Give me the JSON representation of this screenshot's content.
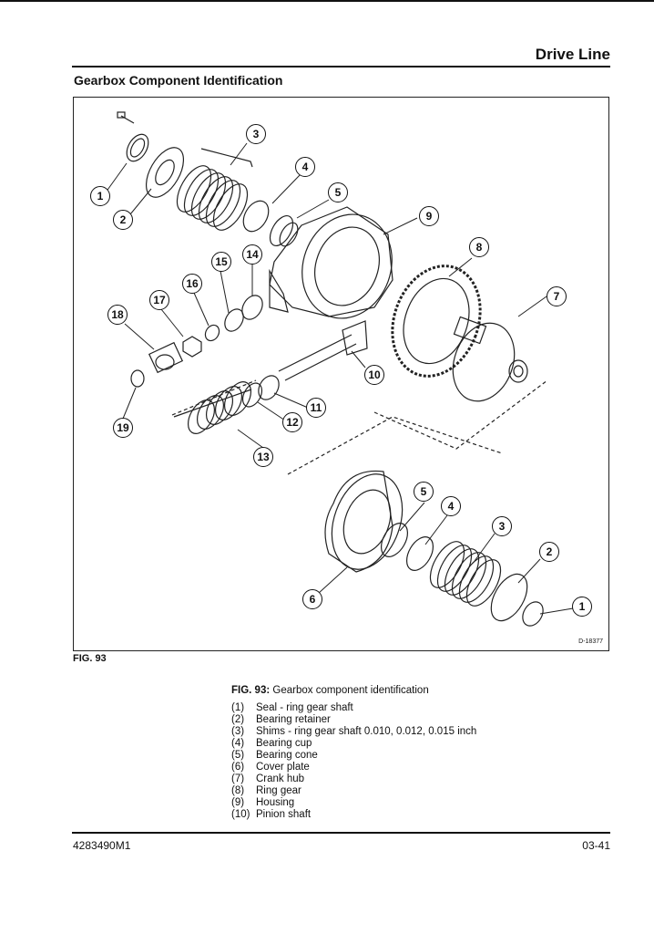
{
  "header": {
    "section": "Drive Line",
    "title": "Gearbox Component Identification"
  },
  "figure": {
    "label": "FIG. 93",
    "drawing_id": "D-18377",
    "callouts": [
      "1",
      "2",
      "3",
      "4",
      "5",
      "9",
      "8",
      "7",
      "15",
      "14",
      "16",
      "17",
      "18",
      "10",
      "11",
      "12",
      "19",
      "13",
      "5",
      "4",
      "3",
      "2",
      "1",
      "6"
    ]
  },
  "caption": {
    "prefix": "FIG. 93:",
    "text": "Gearbox component identification"
  },
  "legend": [
    {
      "num": "(1)",
      "label": "Seal - ring gear shaft"
    },
    {
      "num": "(2)",
      "label": "Bearing retainer"
    },
    {
      "num": "(3)",
      "label": "Shims - ring gear shaft 0.010, 0.012, 0.015 inch"
    },
    {
      "num": "(4)",
      "label": "Bearing cup"
    },
    {
      "num": "(5)",
      "label": "Bearing cone"
    },
    {
      "num": "(6)",
      "label": "Cover plate"
    },
    {
      "num": "(7)",
      "label": "Crank hub"
    },
    {
      "num": "(8)",
      "label": "Ring gear"
    },
    {
      "num": "(9)",
      "label": "Housing"
    },
    {
      "num": "(10)",
      "label": "Pinion shaft"
    }
  ],
  "footer": {
    "doc_number": "4283490M1",
    "page": "03-41"
  }
}
